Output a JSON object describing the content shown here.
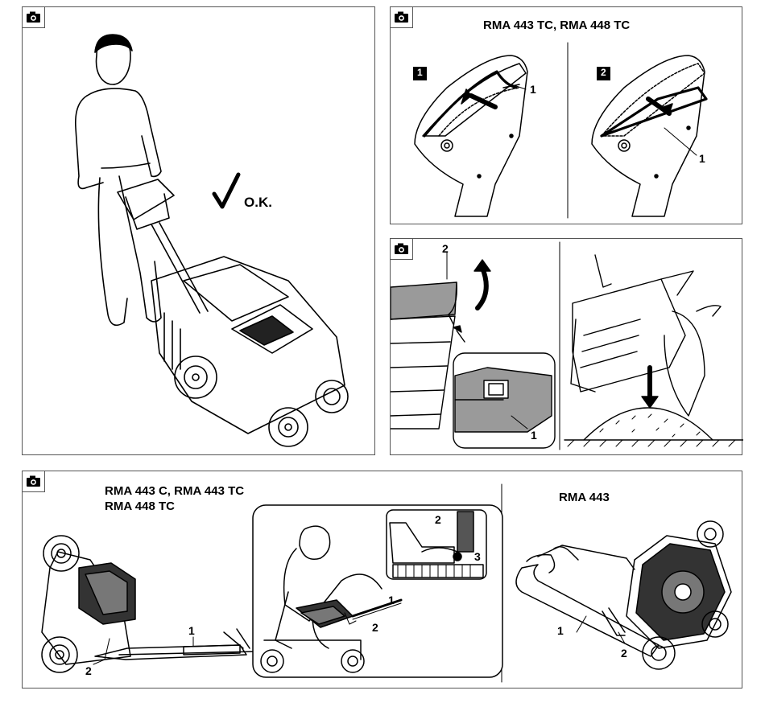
{
  "panels": {
    "posture": {
      "ok_label": "O.K.",
      "icon": "camera-icon"
    },
    "bag_handle": {
      "title": "RMA 443 TC, RMA 448 TC",
      "step1": "1",
      "step2": "2",
      "callout_left": "1",
      "callout_right": "1",
      "icon": "camera-icon"
    },
    "bag_empty": {
      "callout_top": "2",
      "callout_detail": "1",
      "icon": "camera-icon"
    },
    "fold": {
      "title_line1": "RMA 443 C, RMA 443 TC",
      "title_line2": "RMA 448 TC",
      "title_right": "RMA 443",
      "callout_handle": "1",
      "callout_lever": "2",
      "inset_callout_2a": "2",
      "inset_callout_3": "3",
      "inset_callout_1": "1",
      "inset_callout_2b": "2",
      "right_callout_1": "1",
      "right_callout_2": "2",
      "icon": "camera-icon"
    }
  }
}
